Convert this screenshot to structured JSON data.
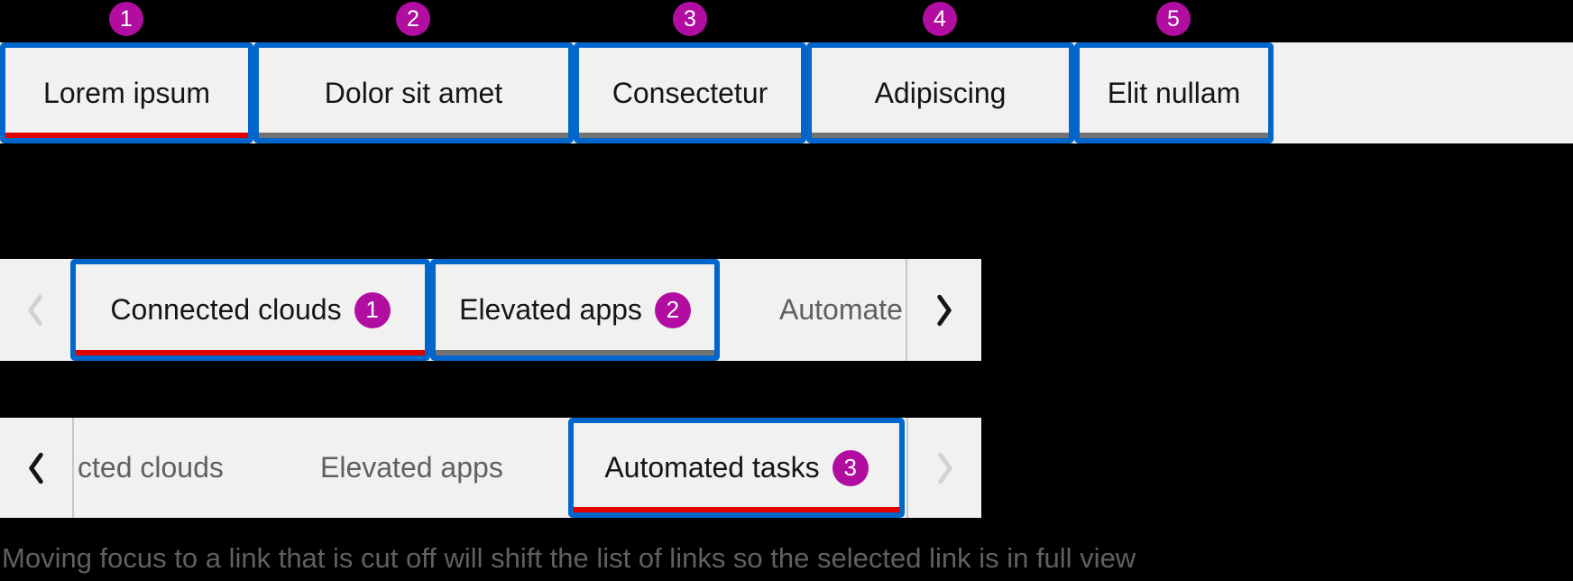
{
  "colors": {
    "accent_blue": "#0066cc",
    "active_red": "#e00000",
    "inactive_gray_underline": "#707372",
    "badge_magenta": "#b10da1",
    "row_background": "#f1f1f1",
    "page_background": "#000000",
    "text_dark": "#151515",
    "text_muted": "#5d6163",
    "chevron_enabled": "#151515",
    "chevron_disabled": "#d2d2d2",
    "divider": "#c6c8c8"
  },
  "annotations": {
    "badge_1": "1",
    "badge_2": "2",
    "badge_3": "3",
    "badge_4": "4",
    "badge_5": "5"
  },
  "top_tabs": {
    "items": [
      {
        "label": "Lorem ipsum",
        "annotation": "1",
        "active": true
      },
      {
        "label": "Dolor sit amet",
        "annotation": "2",
        "active": false
      },
      {
        "label": "Consectetur",
        "annotation": "3",
        "active": false
      },
      {
        "label": "Adipiscing",
        "annotation": "4",
        "active": false
      },
      {
        "label": "Elit nullam",
        "annotation": "5",
        "active": false
      }
    ]
  },
  "middle_tabbar": {
    "left_scroll": {
      "icon": "angle-left-icon",
      "disabled": true
    },
    "right_scroll": {
      "icon": "angle-right-icon",
      "disabled": false
    },
    "tabs": [
      {
        "label": "Connected clouds",
        "badge": "1",
        "active": true,
        "focused": true,
        "truncated": false
      },
      {
        "label": "Elevated apps",
        "badge": "2",
        "active": false,
        "focused": true,
        "truncated": false
      },
      {
        "label": "Automate",
        "active": false,
        "focused": false,
        "truncated": true
      }
    ]
  },
  "bottom_tabbar": {
    "left_scroll": {
      "icon": "angle-left-icon",
      "disabled": false
    },
    "right_scroll": {
      "icon": "angle-right-icon",
      "disabled": true
    },
    "tabs": [
      {
        "label": "cted clouds",
        "active": false,
        "focused": false,
        "truncated": true
      },
      {
        "label": "Elevated apps",
        "active": false,
        "focused": false,
        "truncated": false
      },
      {
        "label": "Automated tasks",
        "badge": "3",
        "active": true,
        "focused": true,
        "truncated": false
      }
    ]
  },
  "caption": "Moving focus to a link that is cut off will shift the list of links so the selected link is in full view"
}
